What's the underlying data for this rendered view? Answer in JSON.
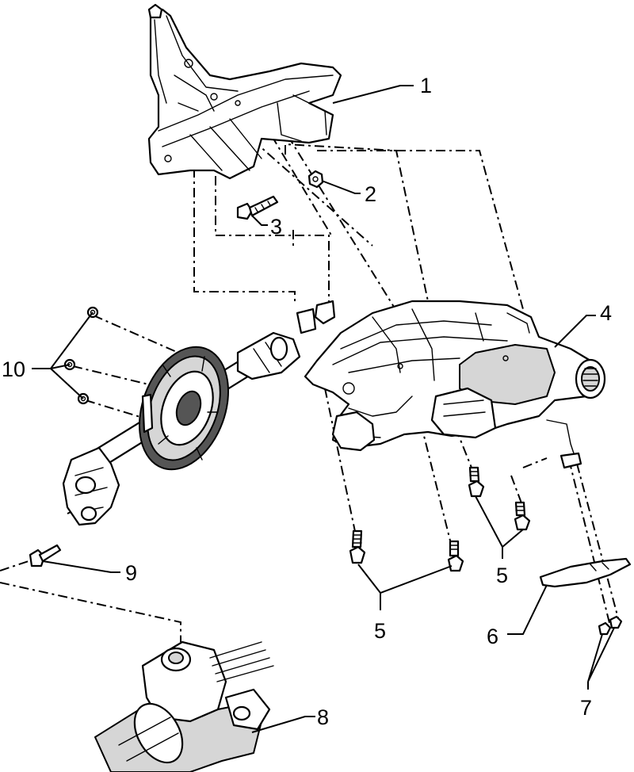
{
  "figure": {
    "callouts": [
      {
        "id": "c1",
        "label": "1"
      },
      {
        "id": "c2",
        "label": "2"
      },
      {
        "id": "c3",
        "label": "3"
      },
      {
        "id": "c4",
        "label": "4"
      },
      {
        "id": "c5a",
        "label": "5"
      },
      {
        "id": "c5b",
        "label": "5"
      },
      {
        "id": "c6",
        "label": "6"
      },
      {
        "id": "c7",
        "label": "7"
      },
      {
        "id": "c8",
        "label": "8"
      },
      {
        "id": "c9",
        "label": "9"
      },
      {
        "id": "c10",
        "label": "10"
      }
    ]
  }
}
